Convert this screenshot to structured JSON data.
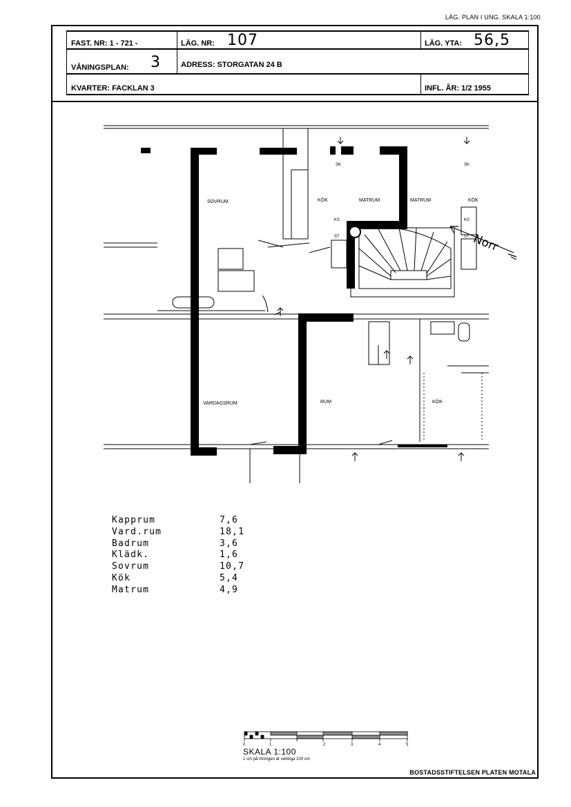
{
  "page": {
    "top_label": "LÄG. PLAN I UNG. SKALA 1:100"
  },
  "header": {
    "fast_nr_label": "FAST. NR: 1 - 721 -",
    "lag_nr_label": "LÄG. NR:",
    "lag_nr_value": "107",
    "lag_yta_label": "LÄG. YTA:",
    "lag_yta_value": "56,5",
    "vaningsplan_label": "VÅNINGSPLAN:",
    "vaningsplan_value": "3",
    "adress_label": "ADRESS: STORGATAN 24 B",
    "kvarter_label": "KVARTER: FACKLAN 3",
    "infl_label": "INFL. ÅR: 1/2  1955"
  },
  "plan": {
    "rooms": {
      "sovrum": "SOVRUM",
      "kok_left": "KÖK",
      "matrum_left": "MATRUM",
      "matrum_right": "MATRUM",
      "kok_right": "KÖK",
      "vardagsrum": "VARDAGSRUM",
      "rum": "RUM",
      "kok_lower": "KÖK",
      "sk_left": "SK",
      "sk_right": "SK",
      "ks_left": "KS",
      "ks_right": "KS",
      "st_left": "ST",
      "st_right": "ST"
    },
    "north_label": "Norr"
  },
  "areas": [
    {
      "name": "Kapprum",
      "value": "7,6"
    },
    {
      "name": "Vard.rum",
      "value": "18,1"
    },
    {
      "name": "Badrum",
      "value": "3,6"
    },
    {
      "name": "Klädk.",
      "value": "1,6"
    },
    {
      "name": "Sovrum",
      "value": "10,7"
    },
    {
      "name": "Kök",
      "value": "5,4"
    },
    {
      "name": "Matrum",
      "value": "4,9"
    }
  ],
  "scale": {
    "ticks": [
      "0",
      "1",
      "2",
      "3",
      "4",
      "5"
    ],
    "label": "SKALA 1:100",
    "note": "1 cm på ritningen är verkliga 100 cm"
  },
  "footer": {
    "publisher": "BOSTADSSTIFTELSEN PLATEN MOTALA"
  }
}
